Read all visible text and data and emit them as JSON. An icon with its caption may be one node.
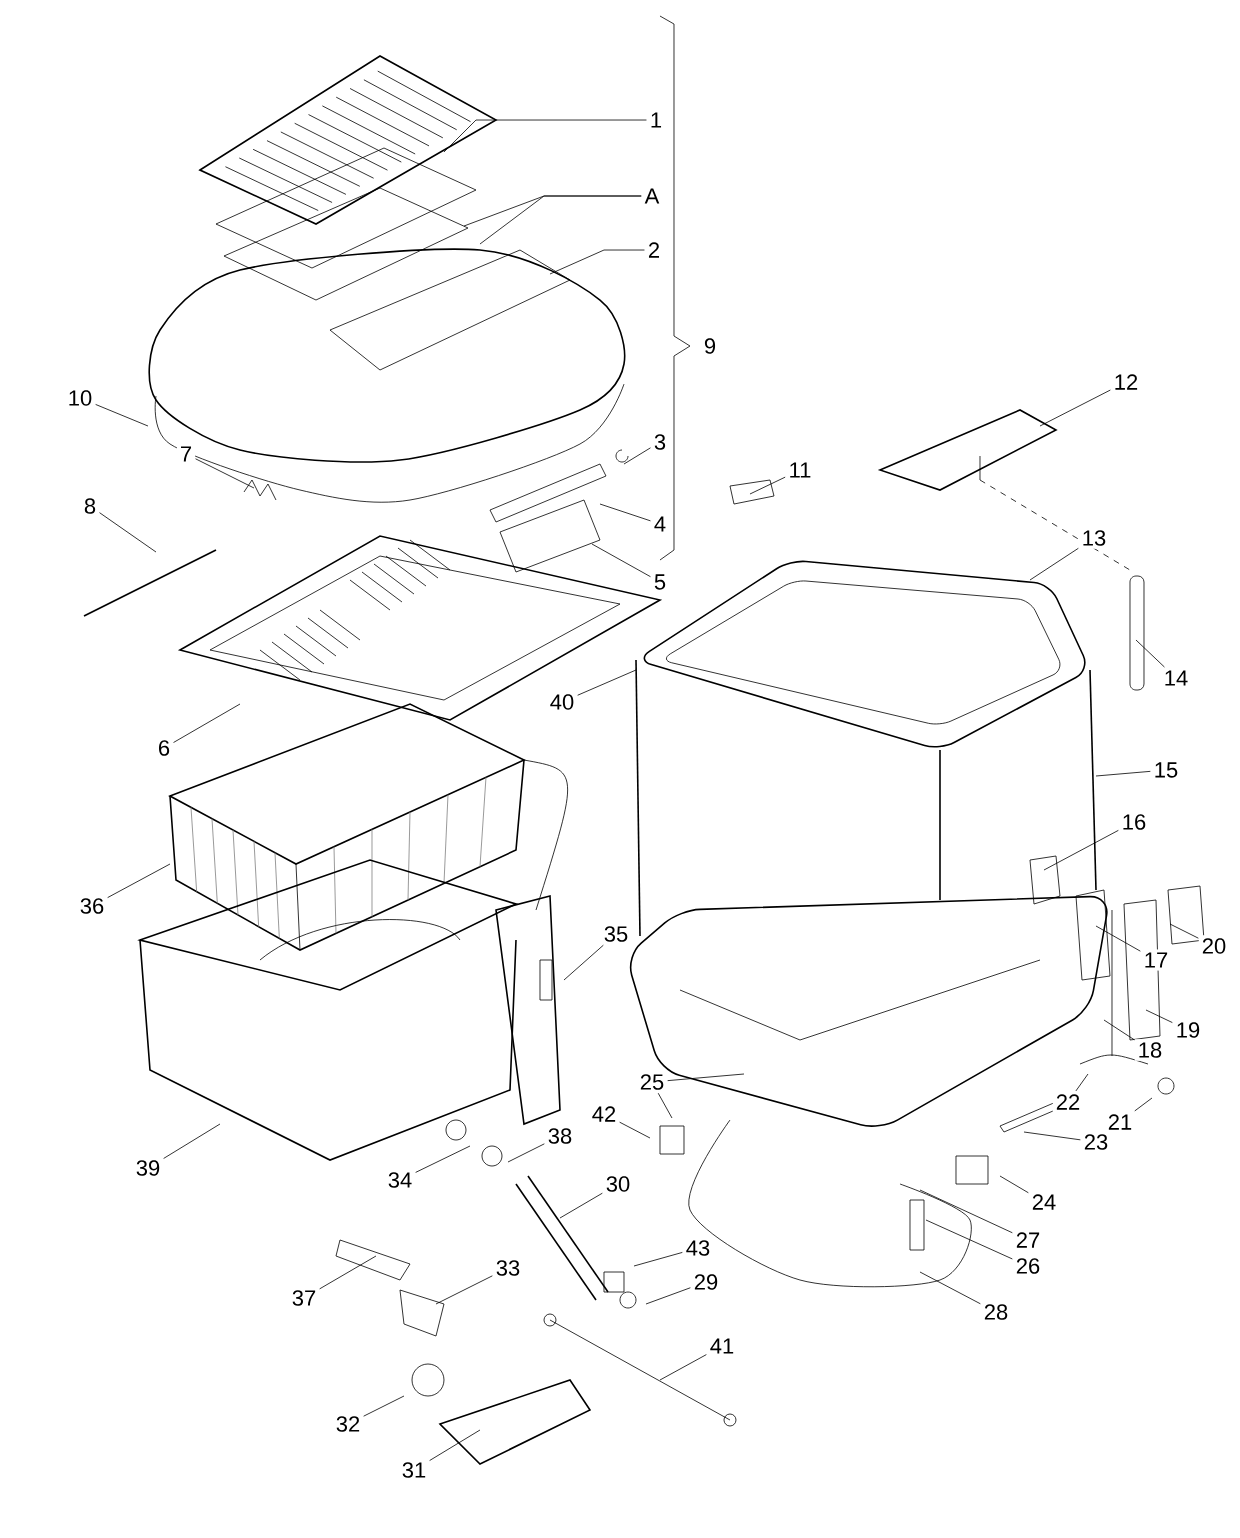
{
  "diagram": {
    "nodes": [
      {
        "text": [
          "1"
        ]
      },
      {
        "text": [
          "A"
        ]
      },
      {
        "text": [
          "2"
        ]
      },
      {
        "text": [
          "10"
        ]
      },
      {
        "text": [
          "3"
        ]
      },
      {
        "text": [
          "7"
        ]
      },
      {
        "text": [
          "11"
        ]
      },
      {
        "text": [
          "8"
        ]
      },
      {
        "text": [
          "4"
        ]
      },
      {
        "text": [
          "5"
        ]
      },
      {
        "text": [
          "12"
        ]
      },
      {
        "text": [
          "13"
        ]
      },
      {
        "text": [
          "14"
        ]
      },
      {
        "text": [
          "40"
        ]
      },
      {
        "text": [
          "6"
        ]
      },
      {
        "text": [
          "15"
        ]
      },
      {
        "text": [
          "16"
        ]
      },
      {
        "text": [
          "36"
        ]
      },
      {
        "text": [
          "35"
        ]
      },
      {
        "text": [
          "20"
        ]
      },
      {
        "text": [
          "17"
        ]
      },
      {
        "text": [
          "19"
        ]
      },
      {
        "text": [
          "18"
        ]
      },
      {
        "text": [
          "25"
        ]
      },
      {
        "text": [
          "42"
        ]
      },
      {
        "text": [
          "22"
        ]
      },
      {
        "text": [
          "21"
        ]
      },
      {
        "text": [
          "38"
        ]
      },
      {
        "text": [
          "23"
        ]
      },
      {
        "text": [
          "39"
        ]
      },
      {
        "text": [
          "34"
        ]
      },
      {
        "text": [
          "30"
        ]
      },
      {
        "text": [
          "24"
        ]
      },
      {
        "text": [
          "27"
        ]
      },
      {
        "text": [
          "43"
        ]
      },
      {
        "text": [
          "26"
        ]
      },
      {
        "text": [
          "29"
        ]
      },
      {
        "text": [
          "37"
        ]
      },
      {
        "text": [
          "33"
        ]
      },
      {
        "text": [
          "28"
        ]
      },
      {
        "text": [
          "41"
        ]
      },
      {
        "text": [
          "32"
        ]
      },
      {
        "text": [
          "31"
        ]
      }
    ],
    "edges": [
      {
        "from": 0,
        "to": null,
        "arrow": "none"
      },
      {
        "from": 1,
        "to": null,
        "arrow": "none"
      },
      {
        "from": 1,
        "to": null,
        "arrow": "none"
      },
      {
        "from": 2,
        "to": null,
        "arrow": "none"
      },
      {
        "from": 3,
        "to": null,
        "arrow": "none"
      },
      {
        "from": 4,
        "to": null,
        "arrow": "none"
      },
      {
        "from": 5,
        "to": null,
        "arrow": "none"
      },
      {
        "from": 6,
        "to": null,
        "arrow": "none"
      },
      {
        "from": 7,
        "to": null,
        "arrow": "none"
      },
      {
        "from": 8,
        "to": null,
        "arrow": "none"
      },
      {
        "from": 9,
        "to": null,
        "arrow": "none"
      },
      {
        "from": 10,
        "to": null,
        "arrow": "none"
      },
      {
        "from": 11,
        "to": null,
        "arrow": "none"
      },
      {
        "from": 12,
        "to": null,
        "arrow": "none"
      },
      {
        "from": 13,
        "to": null,
        "arrow": "none"
      },
      {
        "from": 14,
        "to": null,
        "arrow": "none"
      },
      {
        "from": 15,
        "to": null,
        "arrow": "none"
      },
      {
        "from": 16,
        "to": null,
        "arrow": "none"
      },
      {
        "from": 17,
        "to": null,
        "arrow": "none"
      },
      {
        "from": 18,
        "to": null,
        "arrow": "none"
      },
      {
        "from": 19,
        "to": null,
        "arrow": "none"
      },
      {
        "from": 20,
        "to": null,
        "arrow": "none"
      },
      {
        "from": 21,
        "to": null,
        "arrow": "none"
      },
      {
        "from": 22,
        "to": null,
        "arrow": "none"
      },
      {
        "from": 23,
        "to": null,
        "arrow": "none"
      },
      {
        "from": 23,
        "to": null,
        "arrow": "none"
      },
      {
        "from": 24,
        "to": null,
        "arrow": "none"
      },
      {
        "from": 25,
        "to": null,
        "arrow": "none"
      },
      {
        "from": 26,
        "to": null,
        "arrow": "none"
      },
      {
        "from": 27,
        "to": null,
        "arrow": "none"
      },
      {
        "from": 28,
        "to": null,
        "arrow": "none"
      },
      {
        "from": 29,
        "to": null,
        "arrow": "none"
      },
      {
        "from": 30,
        "to": null,
        "arrow": "none"
      },
      {
        "from": 31,
        "to": null,
        "arrow": "none"
      },
      {
        "from": 32,
        "to": null,
        "arrow": "none"
      },
      {
        "from": 33,
        "to": null,
        "arrow": "none"
      },
      {
        "from": 34,
        "to": null,
        "arrow": "none"
      },
      {
        "from": 35,
        "to": null,
        "arrow": "none"
      },
      {
        "from": 36,
        "to": null,
        "arrow": "none"
      },
      {
        "from": 37,
        "to": null,
        "arrow": "none"
      },
      {
        "from": 38,
        "to": null,
        "arrow": "none"
      },
      {
        "from": 39,
        "to": null,
        "arrow": "none"
      },
      {
        "from": 40,
        "to": null,
        "arrow": "none"
      },
      {
        "from": 41,
        "to": null,
        "arrow": "none"
      },
      {
        "from": 42,
        "to": null,
        "arrow": "none"
      }
    ],
    "labels": [
      "9"
    ]
  }
}
